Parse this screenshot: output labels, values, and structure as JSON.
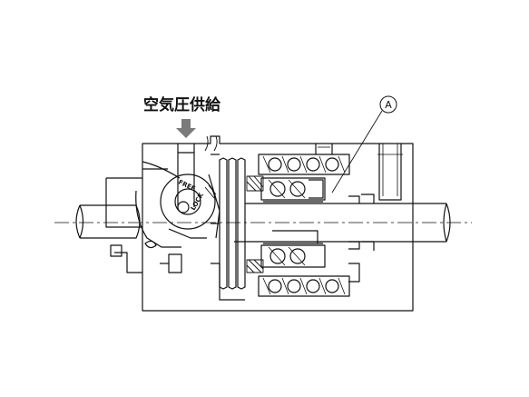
{
  "diagram": {
    "air_supply_label": "空気圧供給",
    "callout_label": "A",
    "lock_label": "LOCK",
    "free_label": "FREE",
    "line_color": "#111111",
    "arrow_color": "#7a7a7a",
    "background": "#ffffff"
  }
}
